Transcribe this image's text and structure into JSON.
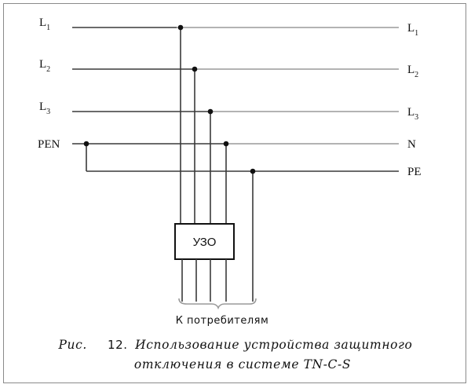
{
  "left_labels": {
    "l1": {
      "main": "L",
      "sub": "1"
    },
    "l2": {
      "main": "L",
      "sub": "2"
    },
    "l3": {
      "main": "L",
      "sub": "3"
    },
    "pen": "PEN"
  },
  "right_labels": {
    "l1": {
      "main": "L",
      "sub": "1"
    },
    "l2": {
      "main": "L",
      "sub": "2"
    },
    "l3": {
      "main": "L",
      "sub": "3"
    },
    "n": "N",
    "pe": "PE"
  },
  "rcd_label": "УЗО",
  "consumers_label": "К потребителям",
  "caption": {
    "prefix": "Рис.",
    "number": "12.",
    "line1": "Использование устройства защитного",
    "line2": "отключения в системе TN-C-S"
  }
}
